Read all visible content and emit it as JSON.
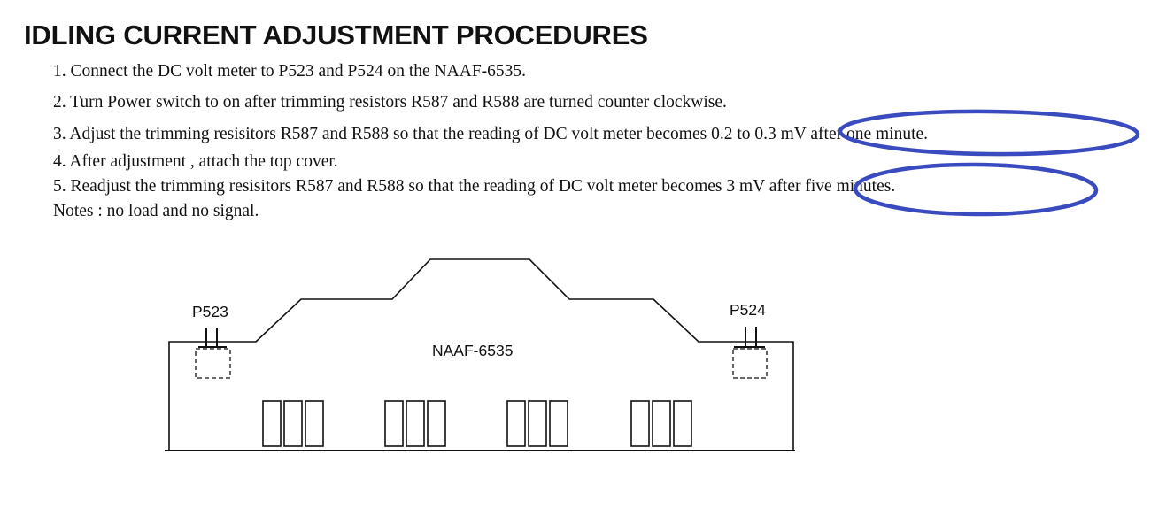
{
  "document": {
    "title": "IDLING CURRENT ADJUSTMENT PROCEDURES",
    "steps": [
      "1. Connect the DC volt meter to P523 and P524 on the NAAF-6535.",
      "2. Turn Power switch to on after trimming resistors R587 and R588 are turned counter clockwise.",
      "3. Adjust the trimming resisitors R587 and R588 so that the reading of DC volt meter becomes 0.2 to 0.3 mV after one minute.",
      "4. After adjustment , attach the top cover.",
      "5. Readjust the trimming resisitors R587 and R588 so that the reading of DC volt meter becomes 3 mV after five minutes."
    ],
    "step3_prefix": "3. Adjust the trimming resisitors R587 and R588 so that the reading of DC volt meter becomes ",
    "step3_highlight": "0.2 to 0.3 mV after one minute.",
    "step5_prefix": "5. Readjust the trimming resisitors R587 and R588 so that the reading of DC volt meter becomes ",
    "step5_highlight": "3 mV after five minutes.",
    "notes": "Notes : no load and no signal."
  },
  "diagram": {
    "board_label": "NAAF-6535",
    "left_connector": "P523",
    "right_connector": "P524"
  },
  "colors": {
    "annotation": "#3a4bbf",
    "ink": "#111111"
  }
}
